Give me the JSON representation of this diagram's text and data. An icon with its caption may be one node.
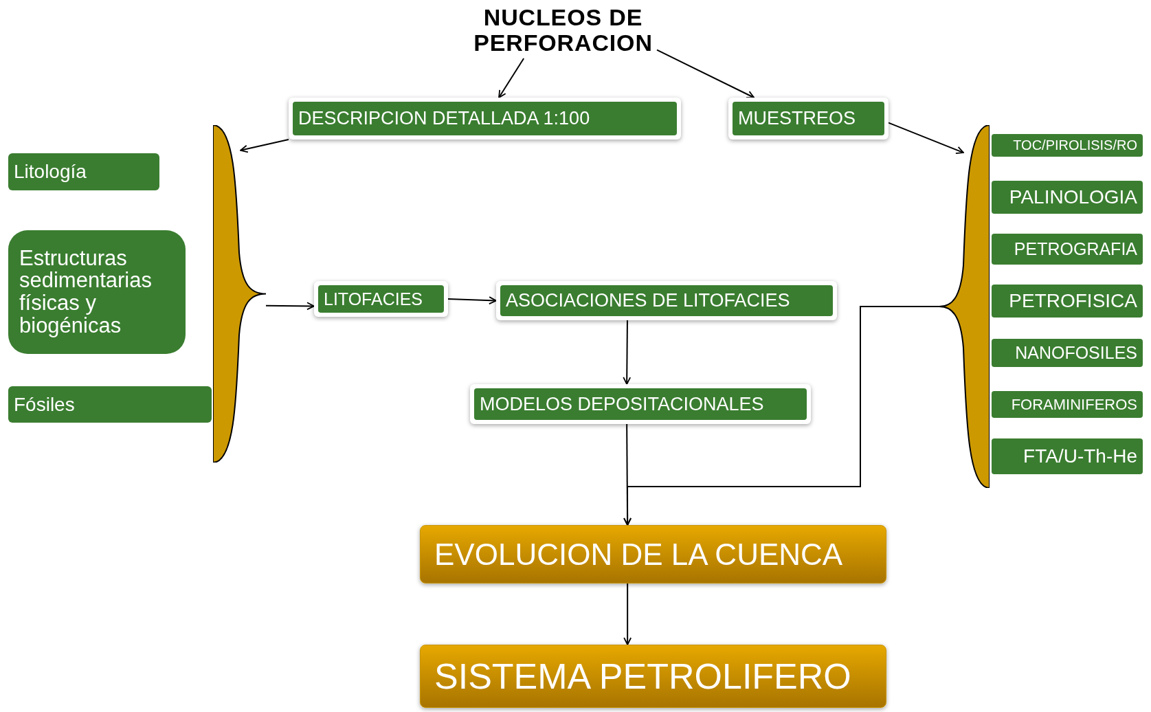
{
  "diagram": {
    "nodes": [
      {
        "text": [
          "NUCLEOS DE PERFORACION"
        ]
      },
      {
        "text": [
          "DESCRIPCION DETALLADA 1:100"
        ]
      },
      {
        "text": [
          "MUESTREOS"
        ]
      },
      {
        "text": [
          "Litología"
        ]
      },
      {
        "text": [
          "Estructuras sedimentarias físicas y biogénicas"
        ]
      },
      {
        "text": [
          "Fósiles"
        ]
      },
      {
        "text": [],
        "shape": "brace"
      },
      {
        "text": [
          "LITOFACIES"
        ]
      },
      {
        "text": [
          "ASOCIACIONES DE LITOFACIES"
        ]
      },
      {
        "text": [
          "MODELOS DEPOSITACIONALES"
        ]
      },
      {
        "text": [],
        "shape": "brace"
      },
      {
        "text": [
          "TOC/PIROLISIS/RO"
        ]
      },
      {
        "text": [
          "PALINOLOGIA"
        ]
      },
      {
        "text": [
          "PETROGRAFIA"
        ]
      },
      {
        "text": [
          "PETROFISICA"
        ]
      },
      {
        "text": [
          "NANOFOSILES"
        ]
      },
      {
        "text": [
          "FORAMINIFEROS"
        ]
      },
      {
        "text": [
          "FTA/U-Th-He"
        ]
      },
      {
        "text": [
          "EVOLUCION DE LA CUENCA"
        ]
      },
      {
        "text": [
          "SISTEMA PETROLIFERO"
        ]
      }
    ],
    "edges": [
      {
        "from": 0,
        "to": 1,
        "arrow": "to"
      },
      {
        "from": 0,
        "to": 2,
        "arrow": "to"
      },
      {
        "from": 1,
        "to": 6,
        "arrow": "to"
      },
      {
        "from": 2,
        "to": 10,
        "arrow": "to"
      },
      {
        "from": 6,
        "to": 7,
        "arrow": "to"
      },
      {
        "from": 7,
        "to": 8,
        "arrow": "to"
      },
      {
        "from": 8,
        "to": 9,
        "arrow": "to"
      },
      {
        "from": 9,
        "to": 18,
        "arrow": "to"
      },
      {
        "from": 10,
        "to": 18,
        "arrow": "to"
      },
      {
        "from": 18,
        "to": 19,
        "arrow": "to"
      }
    ]
  }
}
